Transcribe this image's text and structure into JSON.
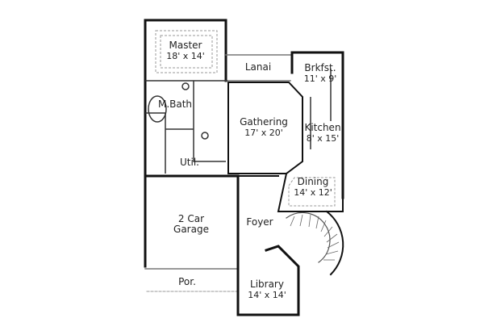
{
  "floorplan": {
    "rooms": [
      {
        "id": "master",
        "name": "Master",
        "size": "18' x 14'"
      },
      {
        "id": "lanai",
        "name": "Lanai",
        "size": ""
      },
      {
        "id": "brkfst",
        "name": "Brkfst.",
        "size": "11' x 9'"
      },
      {
        "id": "mbath",
        "name": "M.Bath",
        "size": ""
      },
      {
        "id": "gathering",
        "name": "Gathering",
        "size": "17' x 20'"
      },
      {
        "id": "kitchen",
        "name": "Kitchen",
        "size": "8' x 15'"
      },
      {
        "id": "util",
        "name": "Util.",
        "size": ""
      },
      {
        "id": "dining",
        "name": "Dining",
        "size": "14' x 12'"
      },
      {
        "id": "garage",
        "name": "2 Car",
        "size": "Garage"
      },
      {
        "id": "foyer",
        "name": "Foyer",
        "size": ""
      },
      {
        "id": "porch",
        "name": "Por.",
        "size": ""
      },
      {
        "id": "library",
        "name": "Library",
        "size": "14' x 14'"
      }
    ],
    "colors": {
      "wall": "#111111",
      "thin_line": "#555555",
      "dashed": "#999999",
      "window": "#bbbbbb",
      "background": "#ffffff"
    }
  }
}
